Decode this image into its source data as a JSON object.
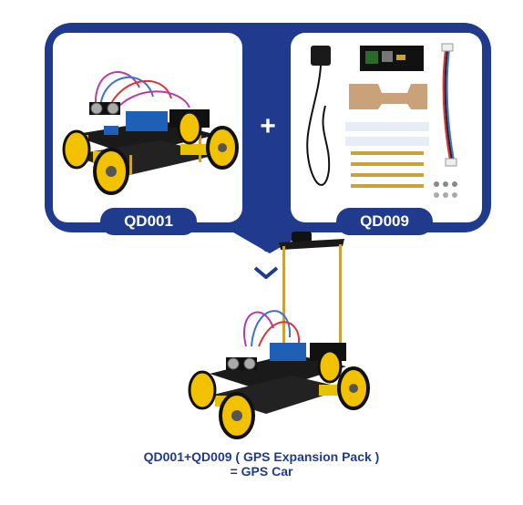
{
  "kits": {
    "left": {
      "label": "QD001"
    },
    "right": {
      "label": "QD009"
    }
  },
  "plus_symbol": "+",
  "caption": {
    "line1": "QD001+QD009 ( GPS Expansion Pack )",
    "line2": "= GPS Car"
  },
  "colors": {
    "brand_blue": "#203b8e",
    "wheel_yellow": "#f2c200",
    "board_blue": "#1f5fb5",
    "chassis_black": "#1a1a1a"
  }
}
